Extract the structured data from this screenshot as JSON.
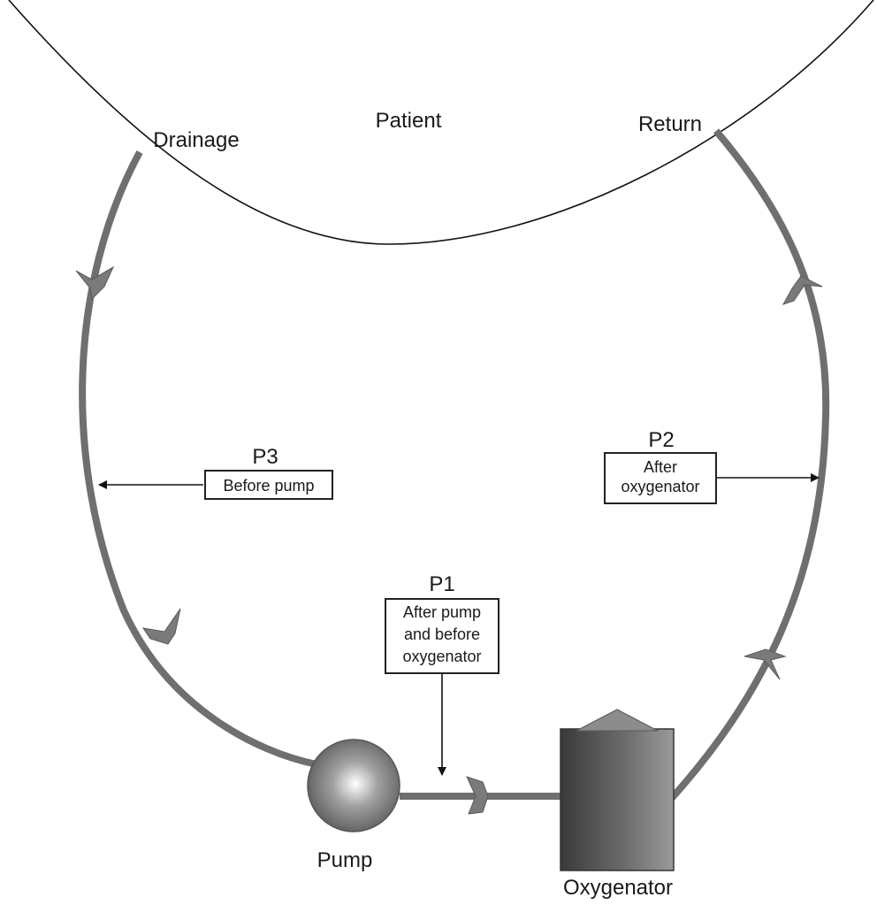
{
  "labels": {
    "patient": "Patient",
    "drainage": "Drainage",
    "return": "Return",
    "pump": "Pump",
    "oxygenator": "Oxygenator"
  },
  "points": {
    "p1": {
      "name": "P1",
      "description": [
        "After pump",
        "and before",
        "oxygenator"
      ]
    },
    "p2": {
      "name": "P2",
      "description": [
        "After",
        "oxygenator"
      ]
    },
    "p3": {
      "name": "P3",
      "description": [
        "Before pump"
      ]
    }
  },
  "colors": {
    "tubing": "#6f6f6f",
    "outline": "#111111",
    "background": "#ffffff"
  }
}
